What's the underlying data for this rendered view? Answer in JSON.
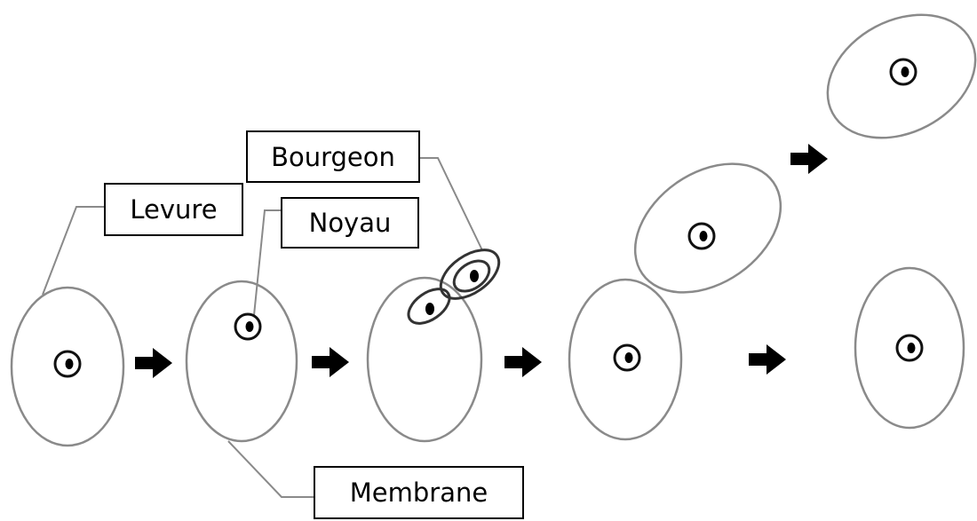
{
  "labels": {
    "levure": "Levure",
    "bourgeon": "Bourgeon",
    "noyau": "Noyau",
    "membrane": "Membrane"
  },
  "colors": {
    "cell_outline": "#8a8a8a",
    "bud_outline": "#333333",
    "arrow": "#000000",
    "label_border": "#000000"
  },
  "icons": [
    "right-arrow-icon"
  ]
}
